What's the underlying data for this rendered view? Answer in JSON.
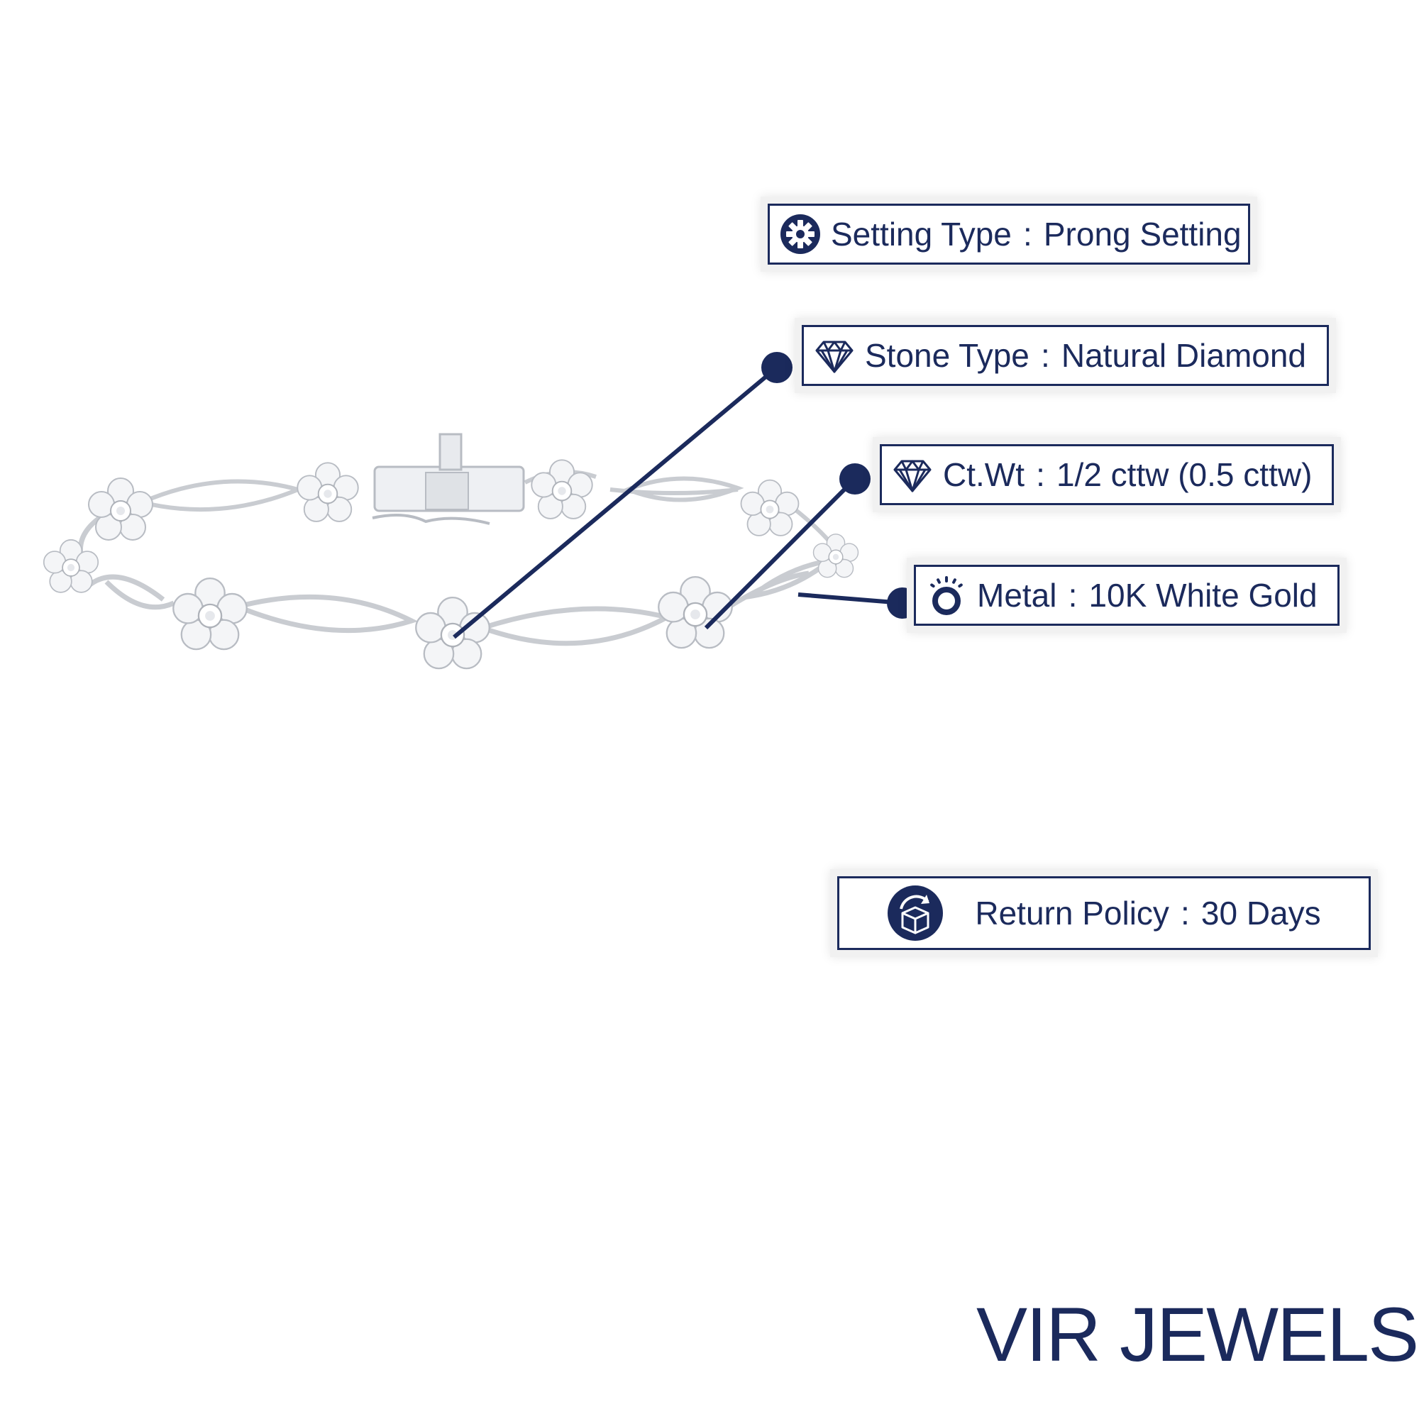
{
  "colors": {
    "accent": "#1b2a5c",
    "metal": "#c9ccd1"
  },
  "specs": {
    "setting": {
      "icon": "gear-icon",
      "label": "Setting Type",
      "value": "Prong Setting"
    },
    "stone": {
      "icon": "diamond-icon",
      "label": "Stone Type",
      "value": "Natural Diamond"
    },
    "ctwt": {
      "icon": "diamond-icon",
      "label": "Ct.Wt",
      "value": "1/2 cttw (0.5 cttw)"
    },
    "metal": {
      "icon": "ring-icon",
      "label": "Metal",
      "value": "10K White Gold"
    },
    "return": {
      "icon": "return-box-icon",
      "label": "Return Policy",
      "value": "30 Days"
    }
  },
  "separator": ":",
  "brand": {
    "name": "VIR JEWELS",
    "mark": "®"
  }
}
